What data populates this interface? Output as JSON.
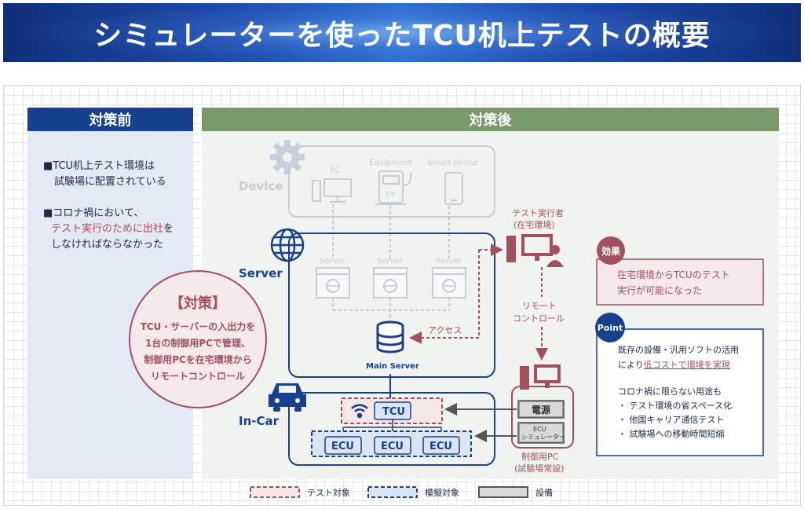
{
  "title": "シミュレーターを使ったTCU机上テストの概要",
  "before": {
    "header": "対策前",
    "bullet1_line1": "■TCU机上テスト環境は",
    "bullet1_line2": "試験場に配置されている",
    "bullet2_line1": "■コロナ禍において、",
    "bullet2_line2_red": "テスト実行のために出社",
    "bullet2_line2_rest": "を",
    "bullet2_line3": "しなければならなかった"
  },
  "measure": {
    "title": "【対策】",
    "line1": "TCU・サーバーの入出力を",
    "line2": "1台の制御用PCで管理、",
    "line3": "制御用PCを在宅環境から",
    "line4": "リモートコントロール"
  },
  "after": {
    "header": "対策後",
    "device_label": "Device",
    "pc_label": "PC",
    "equipment_label": "Equipment",
    "ev_label": "EV",
    "smartphone_label": "Smart phone",
    "server_label": "Server",
    "server_box_label": "Server",
    "main_server_label": "Main Server",
    "access_label": "アクセス",
    "incar_label": "In-Car",
    "tcu_label": "TCU",
    "ecu_label": "ECU",
    "tester_line1": "テスト実行者",
    "tester_line2": "(在宅環境)",
    "remote_line1": "リモート",
    "remote_line2": "コントロール",
    "power_label": "電源",
    "ecu_sim_line1": "ECU",
    "ecu_sim_line2": "シミュレーター",
    "control_pc_line1": "制御用PC",
    "control_pc_line2": "(試験場常設)"
  },
  "effect": {
    "tag": "効果",
    "line1": "在宅環境からTCUのテスト",
    "line2": "実行が可能になった"
  },
  "point": {
    "tag": "Point",
    "line1": "既存の設備・汎用ソフトの活用",
    "line2_prefix": "により",
    "line2_red": "低コストで環境を実現",
    "line3": "コロナ禍に限らない用途も",
    "item1": "・ テスト環境の省スペース化",
    "item2": "・ 他国キャリア通信テスト",
    "item3": "・ 試験場への移動時間短縮"
  },
  "legend": {
    "test_target": "テスト対象",
    "simulated_target": "模擬対象",
    "equipment": "設備"
  },
  "colors": {
    "navy": "#17408e",
    "green": "#7a9a6a",
    "maroon": "#a2505e",
    "light_gray": "#c5ccd6"
  }
}
